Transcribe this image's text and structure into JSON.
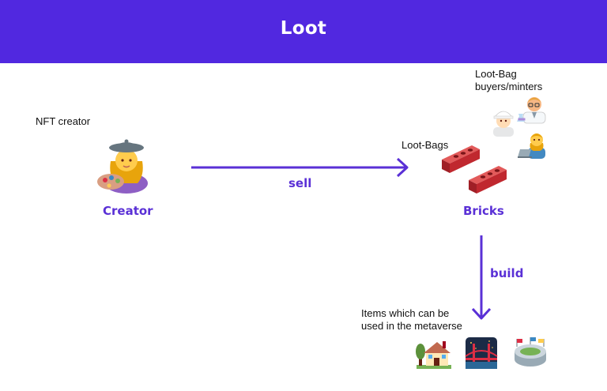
{
  "header": {
    "title": "Loot"
  },
  "creator": {
    "note": "NFT creator",
    "label": "Creator",
    "icon": "artist-icon"
  },
  "flow": {
    "sell_label": "sell",
    "build_label": "build"
  },
  "bricks": {
    "note": "Loot-Bags",
    "label": "Bricks",
    "icon": "bricks-icon"
  },
  "buyers": {
    "note_line1": "Loot-Bag",
    "note_line2": "buyers/minters",
    "icons": [
      "construction-worker-icon",
      "scientist-icon",
      "technologist-icon"
    ]
  },
  "items": {
    "note_line1": "Items which can be",
    "note_line2": "used in the metaverse",
    "icons": [
      "house-with-garden-icon",
      "bridge-at-night-icon",
      "stadium-icon"
    ]
  },
  "colors": {
    "header": "#5128e0",
    "accent": "#5a30d6",
    "brick": "#c0282f"
  }
}
